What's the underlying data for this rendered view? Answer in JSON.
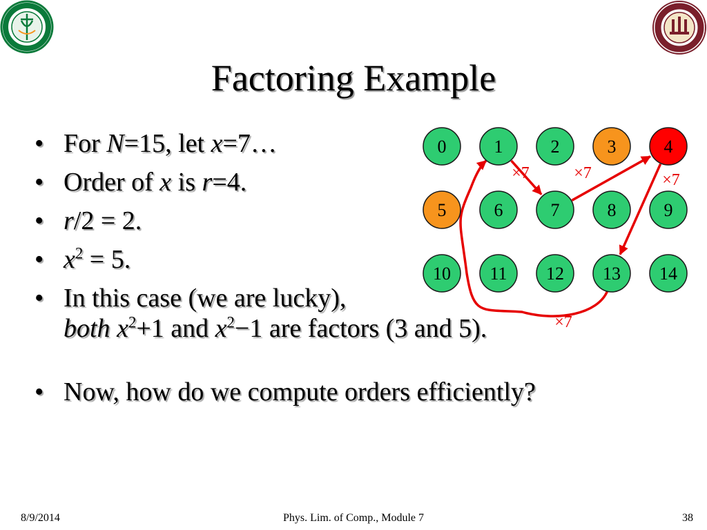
{
  "slide": {
    "title": "Factoring Example",
    "footer": {
      "date": "8/9/2014",
      "course": "Phys. Lim. of Comp., Module 7",
      "page": "38"
    }
  },
  "bullets": [
    {
      "symbol": "•",
      "segments": [
        {
          "text": "For "
        },
        {
          "text": "N",
          "italic": true
        },
        {
          "text": "=15, let "
        },
        {
          "text": "x",
          "italic": true
        },
        {
          "text": "=7…"
        }
      ]
    },
    {
      "symbol": "•",
      "segments": [
        {
          "text": "Order of "
        },
        {
          "text": "x",
          "italic": true
        },
        {
          "text": " is "
        },
        {
          "text": "r",
          "italic": true
        },
        {
          "text": "=4."
        }
      ]
    },
    {
      "symbol": "•",
      "segments": [
        {
          "text": "r",
          "italic": true
        },
        {
          "text": "/2 = 2."
        }
      ]
    },
    {
      "symbol": "•",
      "segments": [
        {
          "text": "x",
          "italic": true
        },
        {
          "text": "2",
          "sup": true
        },
        {
          "text": " = 5."
        }
      ]
    },
    {
      "symbol": "•",
      "line1": [
        {
          "text": "In this case (we are lucky),"
        }
      ],
      "line2": [
        {
          "text": "both",
          "italic": true
        },
        {
          "text": " "
        },
        {
          "text": "x",
          "italic": true
        },
        {
          "text": "2",
          "sup": true
        },
        {
          "text": "+1 and "
        },
        {
          "text": "x",
          "italic": true
        },
        {
          "text": "2",
          "sup": true
        },
        {
          "text": "−1 are factors (3 and 5)."
        }
      ]
    },
    {
      "symbol": "•",
      "segments": [
        {
          "text": "Now, how do we compute orders efficiently?"
        }
      ]
    }
  ],
  "colors": {
    "node_default": "#2ecc71",
    "node_highlight": "#f7941d",
    "node_current": "#ff0000",
    "arrow": "#e60000",
    "node_stroke": "#1a1a1a"
  },
  "diagram": {
    "nodes": [
      {
        "id": 0,
        "label": "0",
        "state": "default"
      },
      {
        "id": 1,
        "label": "1",
        "state": "default"
      },
      {
        "id": 2,
        "label": "2",
        "state": "default"
      },
      {
        "id": 3,
        "label": "3",
        "state": "highlight"
      },
      {
        "id": 4,
        "label": "4",
        "state": "current"
      },
      {
        "id": 5,
        "label": "5",
        "state": "highlight"
      },
      {
        "id": 6,
        "label": "6",
        "state": "default"
      },
      {
        "id": 7,
        "label": "7",
        "state": "default"
      },
      {
        "id": 8,
        "label": "8",
        "state": "default"
      },
      {
        "id": 9,
        "label": "9",
        "state": "default"
      },
      {
        "id": 10,
        "label": "10",
        "state": "default"
      },
      {
        "id": 11,
        "label": "11",
        "state": "default"
      },
      {
        "id": 12,
        "label": "12",
        "state": "default"
      },
      {
        "id": 13,
        "label": "13",
        "state": "default"
      },
      {
        "id": 14,
        "label": "14",
        "state": "default"
      }
    ],
    "edges": [
      {
        "from": 1,
        "to": 7,
        "label": "×7"
      },
      {
        "from": 7,
        "to": 4,
        "label": "×7"
      },
      {
        "from": 4,
        "to": 13,
        "label": "×7"
      },
      {
        "from": 13,
        "to": 1,
        "label": "×7"
      }
    ]
  },
  "logos": [
    {
      "name": "famu-seal",
      "icon": "university-seal-green"
    },
    {
      "name": "fsu-seal",
      "icon": "university-seal-garnet"
    }
  ]
}
